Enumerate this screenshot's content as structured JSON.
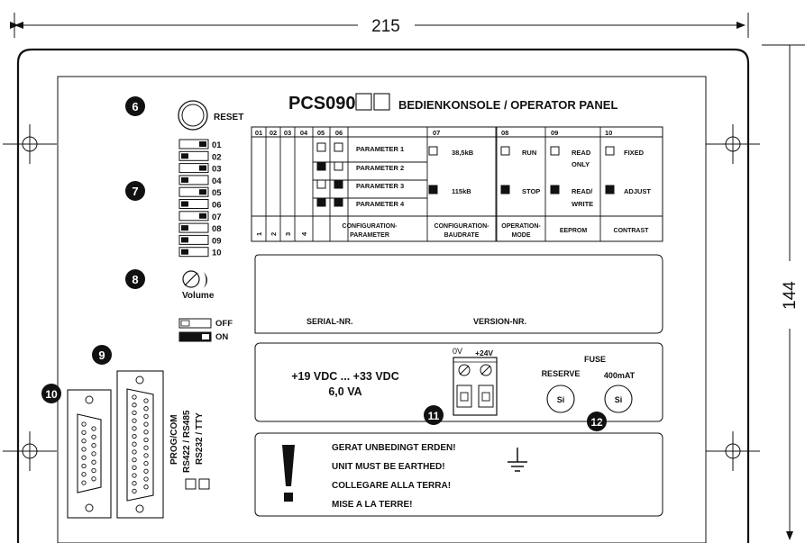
{
  "dimensions": {
    "width": "215",
    "height": "144"
  },
  "header": {
    "model": "PCS090",
    "title": "BEDIENKONSOLE / OPERATOR PANEL"
  },
  "callouts": {
    "c6": "6",
    "c7": "7",
    "c8": "8",
    "c9": "9",
    "c10": "10",
    "c11": "11",
    "c12": "12"
  },
  "controls": {
    "reset": "RESET",
    "volume": "Volume",
    "dip_labels": [
      "01",
      "02",
      "03",
      "04",
      "05",
      "06",
      "07",
      "08",
      "09",
      "10"
    ],
    "switch_off": "OFF",
    "switch_on": "ON"
  },
  "config_table": {
    "col_headers": [
      "01",
      "02",
      "03",
      "04",
      "05",
      "06",
      "07",
      "08",
      "09",
      "10"
    ],
    "vertical_numbers": [
      "1",
      "2",
      "3",
      "4"
    ],
    "parameters": [
      "PARAMETER 1",
      "PARAMETER 2",
      "PARAMETER 3",
      "PARAMETER 4"
    ],
    "baud": [
      "38,5kB",
      "115kB"
    ],
    "mode": [
      "RUN",
      "STOP"
    ],
    "eeprom": [
      "READ",
      "ONLY",
      "READ/",
      "WRITE"
    ],
    "contrast": [
      "FIXED",
      "ADJUST"
    ],
    "footer": {
      "config_param_1": "CONFIGURATION-",
      "config_param_2": "PARAMETER",
      "config_baud_1": "CONFIGURATION-",
      "config_baud_2": "BAUDRATE",
      "op_mode_1": "OPERATION-",
      "op_mode_2": "MODE",
      "eeprom": "EEPROM",
      "contrast": "CONTRAST"
    }
  },
  "display": {
    "serial": "SERIAL-NR.",
    "version": "VERSION-NR."
  },
  "power": {
    "voltage": "+19 VDC ... +33 VDC",
    "power": "6,0 VA",
    "term_0v": "0V",
    "term_24v": "+24V",
    "fuse": "FUSE",
    "reserve": "RESERVE",
    "rating": "400mAT",
    "fuse_symbol": "Si"
  },
  "ports": {
    "prog": "PROG/COM",
    "rs422": "RS422 / RS485",
    "rs232": "RS232 / TTY"
  },
  "warning": {
    "lines": [
      "GERAT UNBEDINGT ERDEN!",
      "UNIT MUST BE EARTHED!",
      "COLLEGARE ALLA TERRA!",
      "MISE A LA TERRE!"
    ]
  }
}
